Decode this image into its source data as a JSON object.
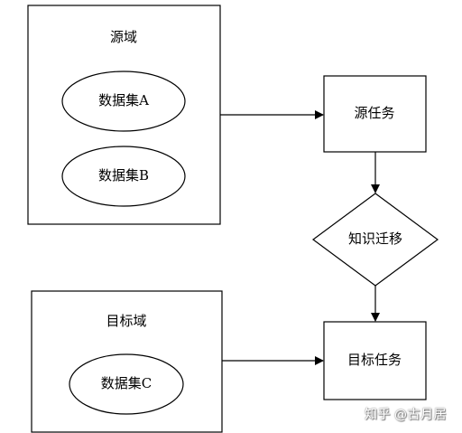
{
  "diagram": {
    "source_domain": {
      "title": "源域",
      "datasets": [
        "数据集A",
        "数据集B"
      ]
    },
    "target_domain": {
      "title": "目标域",
      "datasets": [
        "数据集C"
      ]
    },
    "source_task": "源任务",
    "transfer": "知识迁移",
    "target_task": "目标任务"
  },
  "watermark": {
    "site": "知乎",
    "handle": "@古月居"
  },
  "colors": {
    "stroke": "#000000",
    "background": "#ffffff"
  }
}
